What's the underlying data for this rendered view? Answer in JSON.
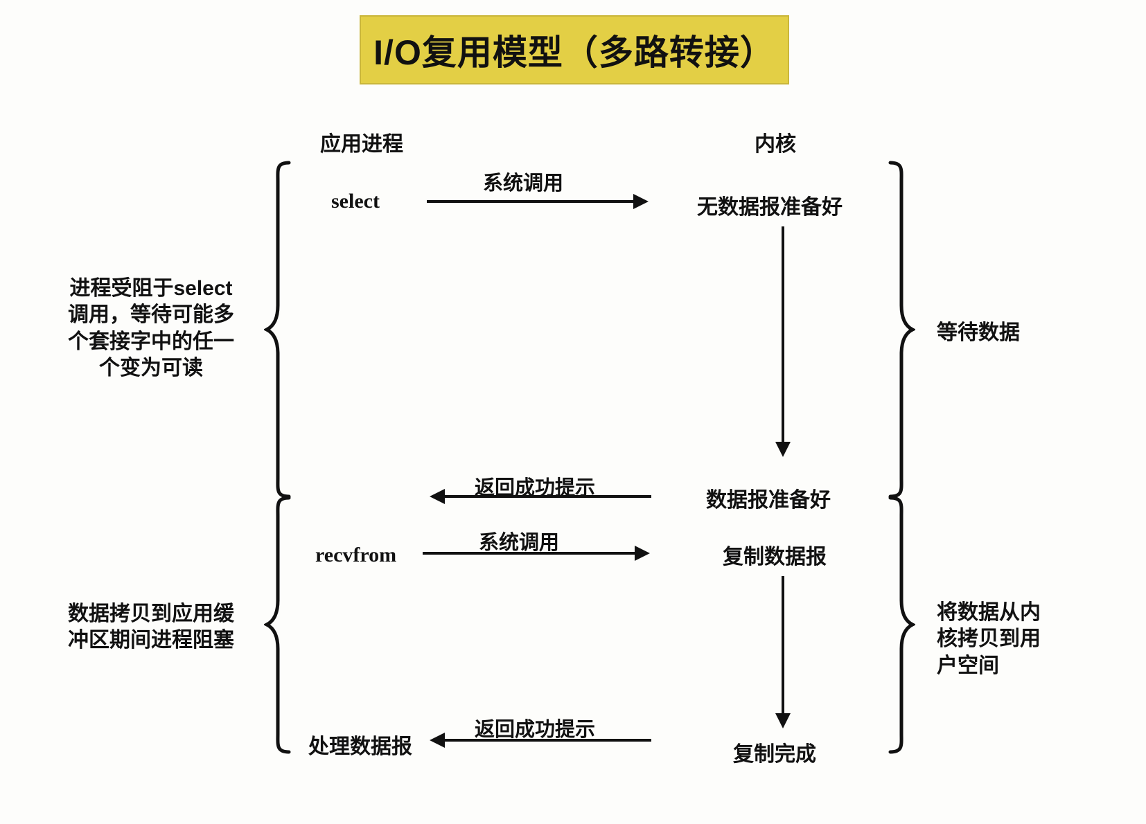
{
  "title": {
    "text": "I/O复用模型（多路转接）",
    "background_color": "#e3cf45",
    "border_color": "#c9b63a",
    "text_color": "#111111"
  },
  "columns": {
    "left_header": "应用进程",
    "right_header": "内核"
  },
  "nodes": {
    "select": "select",
    "no_datagram_ready": "无数据报准备好",
    "datagram_ready": "数据报准备好",
    "recvfrom": "recvfrom",
    "copying_datagram": "复制数据报",
    "copy_complete": "复制完成",
    "process_datagram": "处理数据报"
  },
  "arrows": {
    "syscall_1": "系统调用",
    "return_1": "返回成功提示",
    "syscall_2": "系统调用",
    "return_2": "返回成功提示"
  },
  "notes": {
    "left_top": [
      "进程受阻于select",
      "调用，等待可能多",
      "个套接字中的任一",
      "个变为可读"
    ],
    "left_bottom": [
      "数据拷贝到应用缓",
      "冲区期间进程阻塞"
    ],
    "right_top": [
      "等待数据"
    ],
    "right_bottom": [
      "将数据从内",
      "核拷贝到用",
      "户空间"
    ]
  },
  "colors": {
    "stroke": "#111111",
    "background": "#fdfdfb"
  }
}
